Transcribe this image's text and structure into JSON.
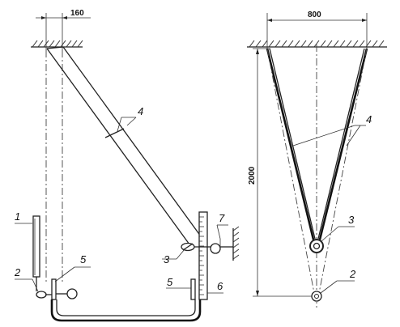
{
  "dimensions": {
    "left_offset": "160",
    "right_span": "800",
    "height": "2000"
  },
  "labels": {
    "l1": "1",
    "l2": "2",
    "l3": "3",
    "l4": "4",
    "l5": "5",
    "l6": "6",
    "l7": "7",
    "r2": "2",
    "r3": "3",
    "r4": "4"
  },
  "colors": {
    "line": "#222222",
    "background": "#ffffff"
  }
}
